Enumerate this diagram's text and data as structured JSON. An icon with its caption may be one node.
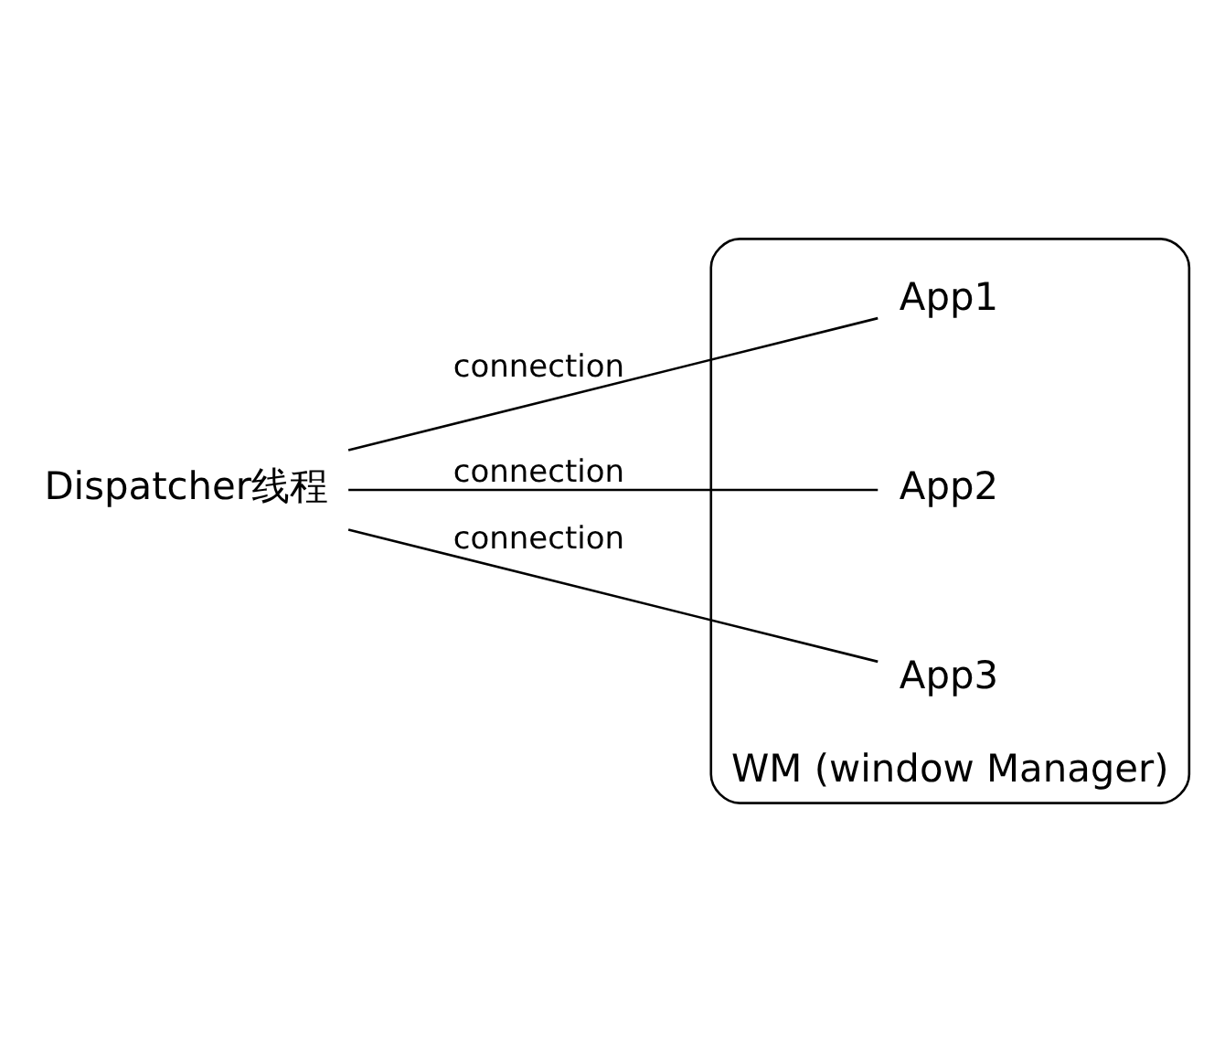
{
  "diagram": {
    "nodes": [
      {
        "text": [
          "Dispatcher线程"
        ]
      },
      {
        "text": [
          "WM (window Manager)"
        ]
      },
      {
        "text": [
          "App1"
        ],
        "in": 1
      },
      {
        "text": [
          "App2"
        ],
        "in": 1
      },
      {
        "text": [
          "App3"
        ],
        "in": 1
      }
    ],
    "edges": [
      {
        "from": 0,
        "to": 2,
        "arrow": "none",
        "label": "connection"
      },
      {
        "from": 0,
        "to": 3,
        "arrow": "none",
        "label": "connection"
      },
      {
        "from": 0,
        "to": 4,
        "arrow": "none",
        "label": "connection"
      }
    ]
  }
}
